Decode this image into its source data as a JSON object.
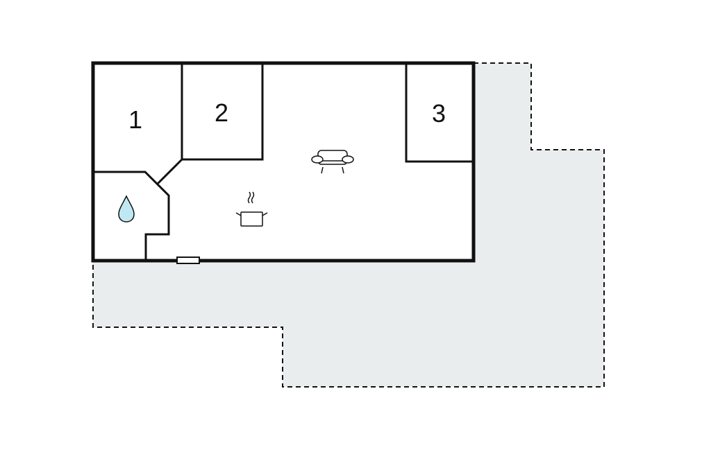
{
  "floorplan": {
    "rooms": [
      {
        "label": "1"
      },
      {
        "label": "2"
      },
      {
        "label": "3"
      }
    ],
    "icons": [
      "bathroom-water-drop-icon",
      "kitchen-pot-icon",
      "living-sofa-icon",
      "entrance-door-icon"
    ],
    "colors": {
      "wall": "#111111",
      "terrace": "#e9eded",
      "water": "#bfe8f2"
    }
  }
}
